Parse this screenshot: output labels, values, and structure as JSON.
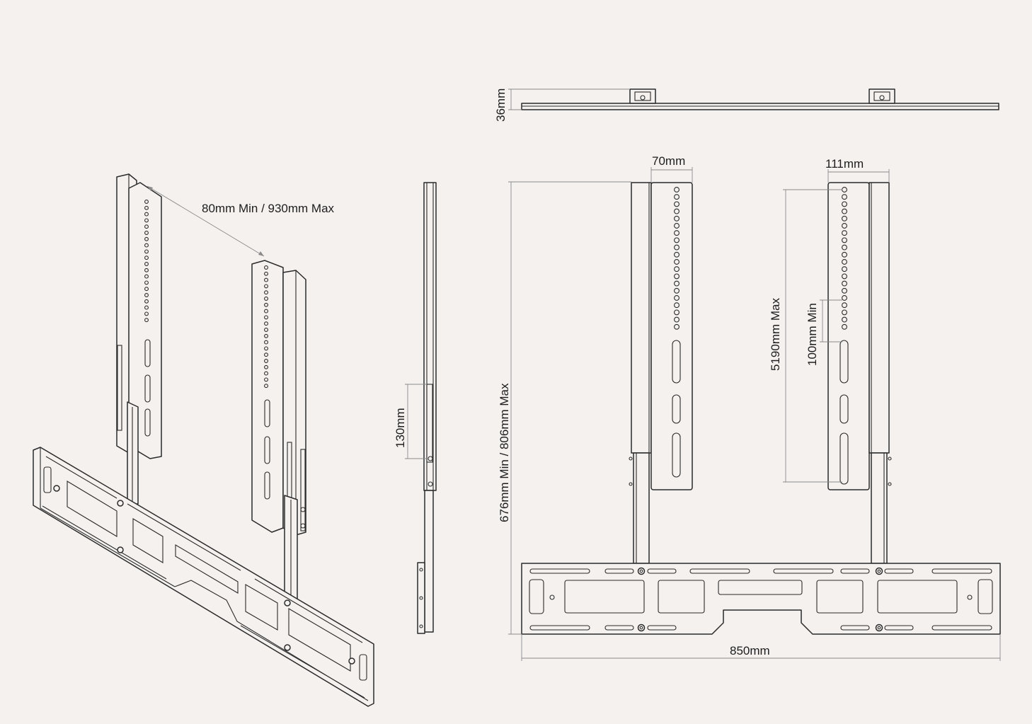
{
  "labels": {
    "depth": "36mm",
    "width_70": "70mm",
    "width_111": "111mm",
    "span": "80mm Min / 930mm Max",
    "slot": "130mm",
    "height": "676mm Min / 806mm Max",
    "vert_max": "5190mm Max",
    "vert_min": "100mm Min",
    "base_width": "850mm"
  },
  "colors": {
    "background": "#f5f1ef",
    "line": "#2b2b2b",
    "dimension": "#8a8a8a"
  }
}
